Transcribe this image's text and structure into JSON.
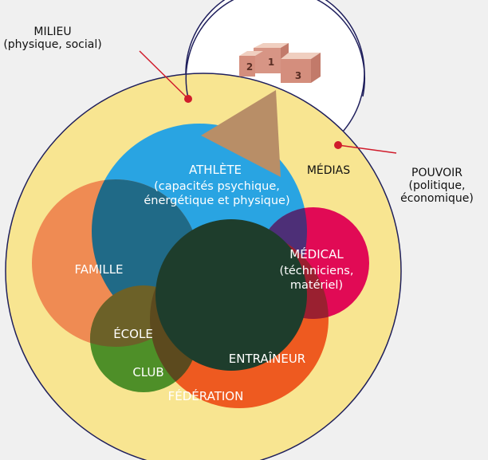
{
  "diagram": {
    "milieu": {
      "title": "MILIEU",
      "subtitle": "(physique, social)"
    },
    "pouvoir": {
      "title": "POUVOIR",
      "line2": "(politique,",
      "line3": "économique)"
    },
    "medias": "MÉDIAS",
    "athlete": {
      "title": "ATHLÈTE",
      "line2": "(capacités psychique,",
      "line3": "énergétique et physique)"
    },
    "famille": "FAMILLE",
    "medical": {
      "title": "MÉDICAL",
      "line2": "(téchniciens,",
      "line3": "matériel)"
    },
    "ecole": "ÉCOLE",
    "club": "CLUB",
    "entraineur": "ENTRAÎNEUR",
    "federation": "FÉDÉRATION",
    "podium": {
      "first": "1",
      "second": "2",
      "third": "3"
    },
    "colors": {
      "milieu": "#f8e591",
      "athlete": "#29a4e2",
      "famille": "#ef8b53",
      "medical": "#e10a55",
      "ecole": "#4e8f28",
      "entraineur": "#ee5a20",
      "centre": "#1e3d2c",
      "triangle": "#b88e67",
      "connector": "#d01c2c"
    }
  }
}
